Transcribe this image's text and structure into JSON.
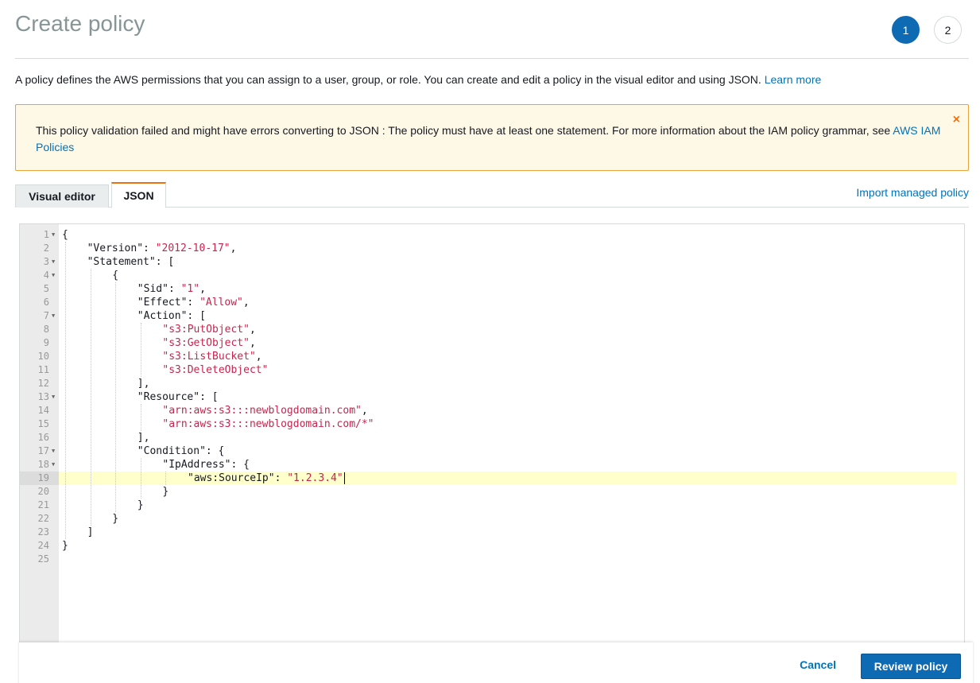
{
  "header": {
    "title": "Create policy",
    "steps": [
      "1",
      "2"
    ]
  },
  "intro": {
    "text": "A policy defines the AWS permissions that you can assign to a user, group, or role. You can create and edit a policy in the visual editor and using JSON. ",
    "link": "Learn more"
  },
  "alert": {
    "text": "This policy validation failed and might have errors converting to JSON : The policy must have at least one statement. For more information about the IAM policy grammar, see ",
    "link": "AWS IAM Policies",
    "close_icon": "×"
  },
  "tabs": {
    "visual": "Visual editor",
    "json": "JSON",
    "import_link": "Import managed policy"
  },
  "editor": {
    "lines": [
      {
        "n": "1",
        "fold": true,
        "ind": 0,
        "parts": [
          [
            "p",
            "{"
          ]
        ]
      },
      {
        "n": "2",
        "fold": false,
        "ind": 1,
        "parts": [
          [
            "k",
            "\"Version\""
          ],
          [
            "p",
            ": "
          ],
          [
            "s",
            "\"2012-10-17\""
          ],
          [
            "p",
            ","
          ]
        ]
      },
      {
        "n": "3",
        "fold": true,
        "ind": 1,
        "parts": [
          [
            "k",
            "\"Statement\""
          ],
          [
            "p",
            ": ["
          ]
        ]
      },
      {
        "n": "4",
        "fold": true,
        "ind": 2,
        "parts": [
          [
            "p",
            "{"
          ]
        ]
      },
      {
        "n": "5",
        "fold": false,
        "ind": 3,
        "parts": [
          [
            "k",
            "\"Sid\""
          ],
          [
            "p",
            ": "
          ],
          [
            "s",
            "\"1\""
          ],
          [
            "p",
            ","
          ]
        ]
      },
      {
        "n": "6",
        "fold": false,
        "ind": 3,
        "parts": [
          [
            "k",
            "\"Effect\""
          ],
          [
            "p",
            ": "
          ],
          [
            "s",
            "\"Allow\""
          ],
          [
            "p",
            ","
          ]
        ]
      },
      {
        "n": "7",
        "fold": true,
        "ind": 3,
        "parts": [
          [
            "k",
            "\"Action\""
          ],
          [
            "p",
            ": ["
          ]
        ]
      },
      {
        "n": "8",
        "fold": false,
        "ind": 4,
        "parts": [
          [
            "s",
            "\"s3:PutObject\""
          ],
          [
            "p",
            ","
          ]
        ]
      },
      {
        "n": "9",
        "fold": false,
        "ind": 4,
        "parts": [
          [
            "s",
            "\"s3:GetObject\""
          ],
          [
            "p",
            ","
          ]
        ]
      },
      {
        "n": "10",
        "fold": false,
        "ind": 4,
        "parts": [
          [
            "s",
            "\"s3:ListBucket\""
          ],
          [
            "p",
            ","
          ]
        ]
      },
      {
        "n": "11",
        "fold": false,
        "ind": 4,
        "parts": [
          [
            "s",
            "\"s3:DeleteObject\""
          ]
        ]
      },
      {
        "n": "12",
        "fold": false,
        "ind": 3,
        "parts": [
          [
            "p",
            "],"
          ]
        ]
      },
      {
        "n": "13",
        "fold": true,
        "ind": 3,
        "parts": [
          [
            "k",
            "\"Resource\""
          ],
          [
            "p",
            ": ["
          ]
        ]
      },
      {
        "n": "14",
        "fold": false,
        "ind": 4,
        "parts": [
          [
            "s",
            "\"arn:aws:s3:::newblogdomain.com\""
          ],
          [
            "p",
            ","
          ]
        ]
      },
      {
        "n": "15",
        "fold": false,
        "ind": 4,
        "parts": [
          [
            "s",
            "\"arn:aws:s3:::newblogdomain.com/*\""
          ]
        ]
      },
      {
        "n": "16",
        "fold": false,
        "ind": 3,
        "parts": [
          [
            "p",
            "],"
          ]
        ]
      },
      {
        "n": "17",
        "fold": true,
        "ind": 3,
        "parts": [
          [
            "k",
            "\"Condition\""
          ],
          [
            "p",
            ": {"
          ]
        ]
      },
      {
        "n": "18",
        "fold": true,
        "ind": 4,
        "parts": [
          [
            "k",
            "\"IpAddress\""
          ],
          [
            "p",
            ": {"
          ]
        ]
      },
      {
        "n": "19",
        "fold": false,
        "ind": 5,
        "parts": [
          [
            "k",
            "\"aws:SourceIp\""
          ],
          [
            "p",
            ": "
          ],
          [
            "s",
            "\"1.2.3.4\""
          ]
        ],
        "cursor": true
      },
      {
        "n": "20",
        "fold": false,
        "ind": 4,
        "parts": [
          [
            "p",
            "}"
          ]
        ]
      },
      {
        "n": "21",
        "fold": false,
        "ind": 3,
        "parts": [
          [
            "p",
            "}"
          ]
        ]
      },
      {
        "n": "22",
        "fold": false,
        "ind": 2,
        "parts": [
          [
            "p",
            "}"
          ]
        ]
      },
      {
        "n": "23",
        "fold": false,
        "ind": 1,
        "parts": [
          [
            "p",
            "]"
          ]
        ]
      },
      {
        "n": "24",
        "fold": false,
        "ind": 0,
        "parts": [
          [
            "p",
            "}"
          ]
        ]
      },
      {
        "n": "25",
        "fold": false,
        "ind": 0,
        "parts": []
      }
    ],
    "active_line": "19"
  },
  "footer": {
    "cancel": "Cancel",
    "review": "Review policy"
  }
}
